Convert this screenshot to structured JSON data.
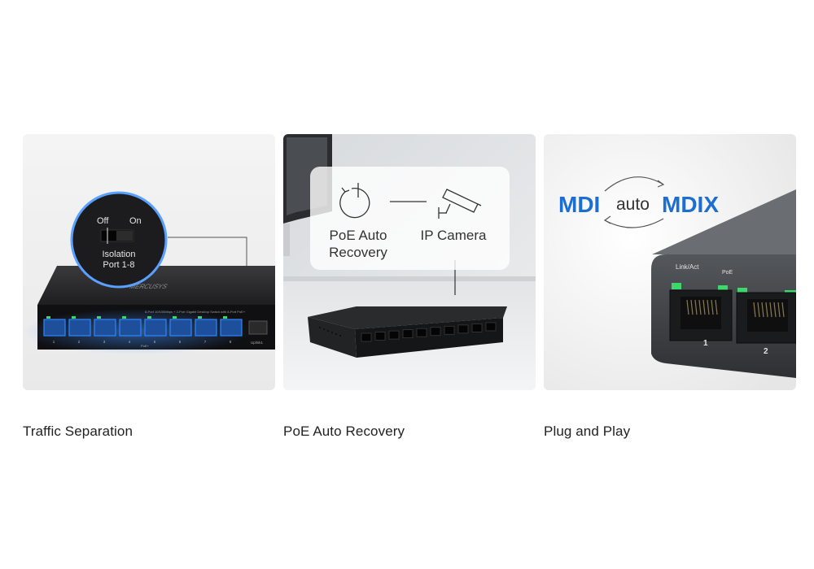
{
  "features": [
    {
      "caption": "Traffic Separation",
      "switch_labels": {
        "off": "Off",
        "on": "On",
        "line1": "Isolation",
        "line2": "Port 1-8"
      },
      "brand": "MERCUSYS",
      "front_text": "8-Port 10/100Mbps + 2-Port Gigabit Desktop Switch with 8-Port PoE+",
      "port_numbers": [
        "1",
        "2",
        "3",
        "4",
        "5",
        "6",
        "7",
        "8"
      ],
      "uplink_label": "Uplink1",
      "poe_label": "PoE+"
    },
    {
      "caption": "PoE Auto Recovery",
      "panel": {
        "recovery_line1": "PoE Auto",
        "recovery_line2": "Recovery",
        "camera_label": "IP Camera"
      }
    },
    {
      "caption": "Plug and Play",
      "mdi_left": "MDI",
      "mdi_mid": "auto",
      "mdi_right": "MDIX",
      "led_label_1": "Link/Act",
      "led_label_2": "PoE",
      "port_num_1": "1",
      "port_num_2": "2"
    }
  ],
  "colors": {
    "accent_blue": "#1c6fd1",
    "led_green": "#3fd66b",
    "port_blue": "#2f86ff"
  }
}
